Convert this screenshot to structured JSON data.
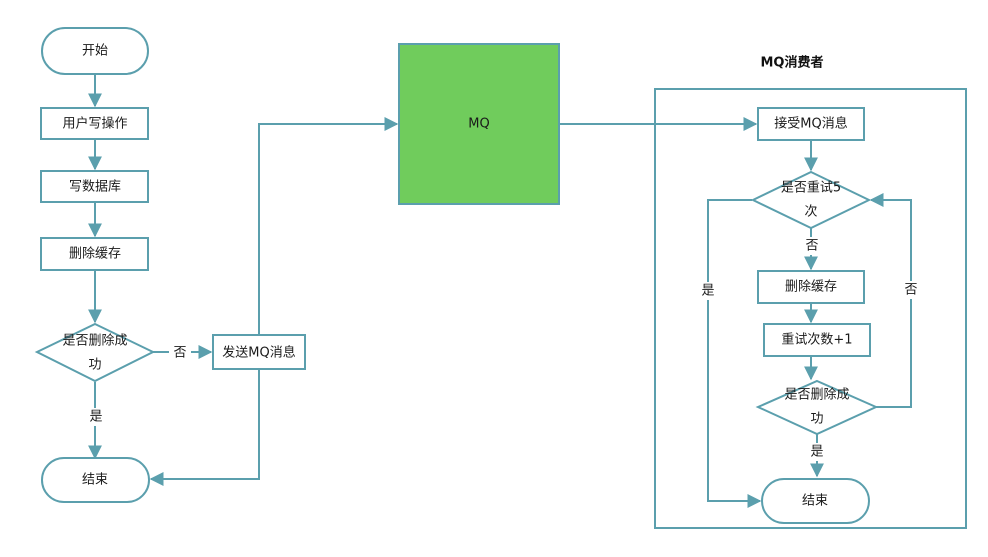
{
  "left_flow": {
    "start": "开始",
    "user_write": "用户写操作",
    "write_db": "写数据库",
    "delete_cache": "删除缓存",
    "decision_line1": "是否删除成",
    "decision_line2": "功",
    "no_label": "否",
    "yes_label": "是",
    "send_mq": "发送MQ消息",
    "end": "结束"
  },
  "mq": {
    "label": "MQ",
    "fill_color": "#70cc5c"
  },
  "consumer": {
    "title": "MQ消费者",
    "receive": "接受MQ消息",
    "retry_check_line1": "是否重试5",
    "retry_check_line2": "次",
    "no_label_down": "否",
    "yes_label_left": "是",
    "delete_cache": "删除缓存",
    "retry_count": "重试次数+1",
    "decision_line1": "是否删除成",
    "decision_line2": "功",
    "yes_label_down": "是",
    "no_label_right": "否",
    "end": "结束"
  },
  "colors": {
    "stroke": "#5b9fad",
    "mq_fill": "#70cc5c"
  }
}
